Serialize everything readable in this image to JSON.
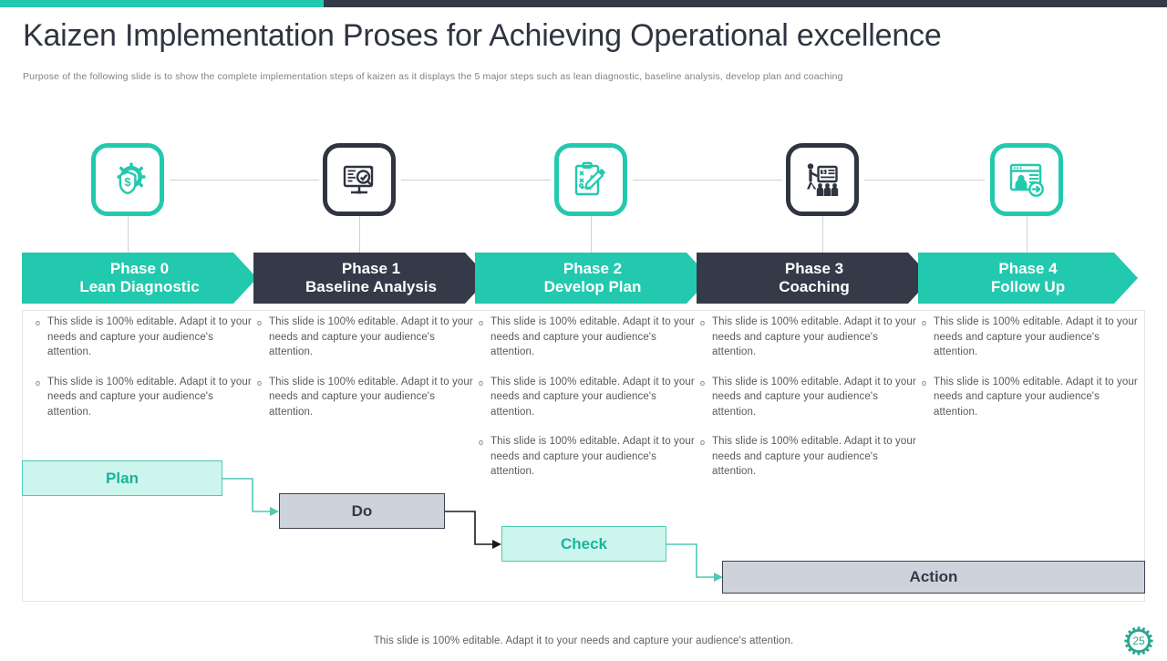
{
  "colors": {
    "teal": "#23c9ae",
    "dark": "#343a47",
    "light_teal_fill": "#ccf5ee",
    "gray_fill": "#ced2da",
    "body_text": "#55585d",
    "connector": "#cfd2d6"
  },
  "header": {
    "title": "Kaizen Implementation Proses for Achieving Operational excellence",
    "subtitle": "Purpose of the following slide is to show the complete implementation steps of kaizen as it displays the 5 major steps such as lean diagnostic, baseline analysis, develop plan and coaching"
  },
  "bullet_marker": "o",
  "phases": [
    {
      "icon_name": "money-gear-icon",
      "theme": "teal",
      "phase_label": "Phase 0",
      "name": "Lean Diagnostic",
      "bullets": [
        "This slide is 100% editable. Adapt it to your needs and capture your audience's attention.",
        "This slide is 100% editable. Adapt it to your needs and capture your audience's attention."
      ]
    },
    {
      "icon_name": "monitor-search-icon",
      "theme": "dark",
      "phase_label": "Phase 1",
      "name": "Baseline Analysis",
      "bullets": [
        "This slide is 100% editable. Adapt it to your needs and capture your audience's attention.",
        "This slide is 100% editable. Adapt it to your needs and capture your audience's attention."
      ]
    },
    {
      "icon_name": "clipboard-strategy-pencil-icon",
      "theme": "teal",
      "phase_label": "Phase 2",
      "name": "Develop Plan",
      "bullets": [
        "This slide is 100% editable. Adapt it to your needs and capture your audience's attention.",
        "This slide is 100% editable. Adapt it to your needs and capture your audience's attention.",
        "This slide is 100% editable. Adapt it to your needs and capture your audience's attention."
      ]
    },
    {
      "icon_name": "presenter-board-audience-icon",
      "theme": "dark",
      "phase_label": "Phase 3",
      "name": "Coaching",
      "bullets": [
        "This slide is 100% editable. Adapt it to your needs and capture your audience's attention.",
        "This slide is 100% editable. Adapt it to your needs and capture your audience's attention.",
        "This slide is 100% editable. Adapt it to your needs and capture your audience's attention."
      ]
    },
    {
      "icon_name": "profile-window-arrow-icon",
      "theme": "teal",
      "phase_label": "Phase 4",
      "name": "Follow Up",
      "bullets": [
        "This slide is 100% editable. Adapt it to your needs and capture your audience's attention.",
        "This slide is 100% editable. Adapt it to your needs and capture your audience's attention."
      ]
    }
  ],
  "pdca": {
    "plan": "Plan",
    "do": "Do",
    "check": "Check",
    "action": "Action"
  },
  "footer": {
    "note": "This slide is 100% editable. Adapt it to your needs and capture your audience's attention.",
    "page_number": "25"
  }
}
